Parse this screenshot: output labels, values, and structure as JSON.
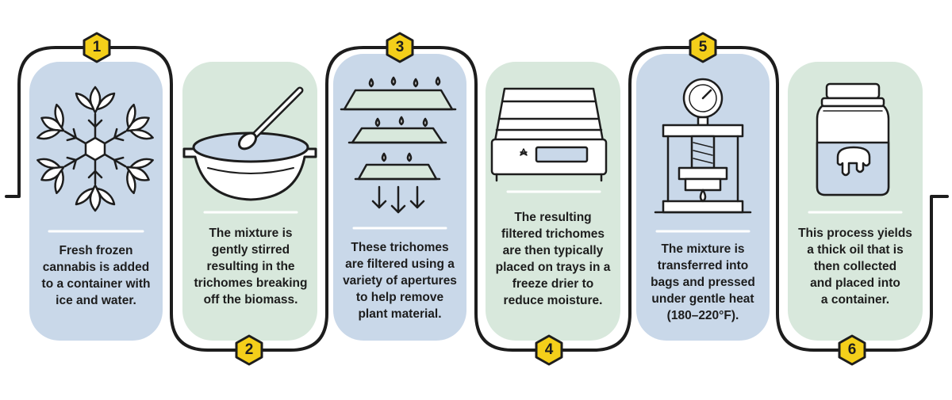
{
  "colors": {
    "blue_card": "#c9d8e9",
    "green_card": "#d8e8dc",
    "outline": "#1d1d1d",
    "badge": "#f4cf1a",
    "divider": "#ffffff"
  },
  "steps": [
    {
      "number": "1",
      "icon": "snowflake-cannabis-icon",
      "lines": [
        "Fresh frozen",
        "cannabis is added",
        "to a container with",
        "ice and water."
      ]
    },
    {
      "number": "2",
      "icon": "bowl-spoon-icon",
      "lines": [
        "The mixture is",
        "gently stirred",
        "resulting in the",
        "trichomes breaking",
        "off the biomass."
      ]
    },
    {
      "number": "3",
      "icon": "filter-trays-icon",
      "lines": [
        "These trichomes",
        "are filtered using a",
        "variety of apertures",
        "to help remove",
        "plant material."
      ]
    },
    {
      "number": "4",
      "icon": "freeze-dryer-icon",
      "lines": [
        "The resulting",
        "filtered trichomes",
        "are then typically",
        "placed on trays in a",
        "freeze drier to",
        "reduce moisture."
      ]
    },
    {
      "number": "5",
      "icon": "press-gauge-icon",
      "lines": [
        "The mixture is",
        "transferred into",
        "bags and pressed",
        "under gentle heat",
        "(180–220°F)."
      ]
    },
    {
      "number": "6",
      "icon": "oil-jar-icon",
      "lines": [
        "This process yields",
        "a thick oil that is",
        "then collected",
        "and placed into",
        "a container."
      ]
    }
  ]
}
